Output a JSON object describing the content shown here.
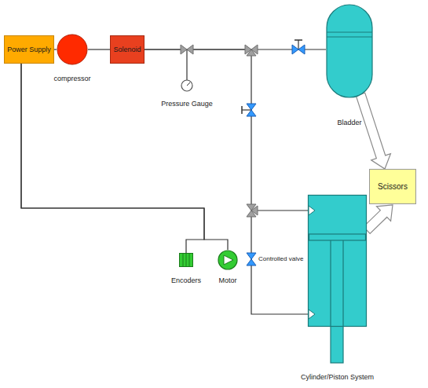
{
  "diagram": {
    "nodes": [
      {
        "text": [
          "Power Supply"
        ]
      },
      {
        "text": [
          "compressor"
        ]
      },
      {
        "text": [
          "Solenoid"
        ]
      },
      {
        "text": [
          "Bladder"
        ]
      },
      {
        "text": [
          "Scissors"
        ]
      },
      {
        "text": [
          "Cylinder/Piston System"
        ]
      },
      {
        "text": [
          "Encoders"
        ]
      },
      {
        "text": [
          "Motor"
        ]
      }
    ],
    "edges": [
      {
        "from": 0,
        "to": 1,
        "arrow": "none"
      },
      {
        "from": 1,
        "to": 2,
        "arrow": "none"
      },
      {
        "from": 2,
        "to": 3,
        "arrow": "none"
      },
      {
        "from": 2,
        "to": 5,
        "arrow": "none"
      },
      {
        "from": 0,
        "to": 6,
        "arrow": "none"
      },
      {
        "from": 0,
        "to": 7,
        "arrow": "none"
      },
      {
        "from": 3,
        "to": 4,
        "arrow": "to"
      },
      {
        "from": 5,
        "to": 4,
        "arrow": "to"
      }
    ],
    "labels": [
      "Pressure Gauge",
      "Controlled valve"
    ]
  }
}
